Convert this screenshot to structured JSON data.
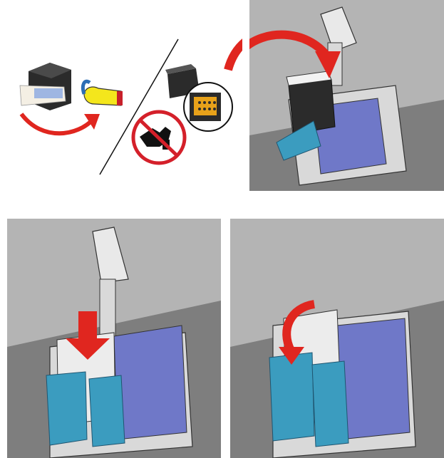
{
  "steps": [
    {
      "id": "remove-tape",
      "icons": [
        "cartridge-icon",
        "tape-strip-icon",
        "curved-arrow-icon"
      ]
    },
    {
      "id": "do-not-touch-contacts",
      "icons": [
        "cartridge-icon",
        "magnifier-icon",
        "no-touch-icon"
      ]
    },
    {
      "id": "insert-black-cartridge",
      "icons": [
        "cartridge-icon",
        "down-arrow-icon",
        "printer-carrier-icon"
      ]
    },
    {
      "id": "push-cartridge-in",
      "icons": [
        "down-arrow-icon",
        "printer-carrier-icon"
      ]
    },
    {
      "id": "close-cartridge-lid",
      "icons": [
        "curved-arrow-icon",
        "printer-carrier-icon"
      ]
    }
  ],
  "colors": {
    "arrow_red": "#e0261f",
    "panel_gray": "#b4b4b4",
    "panel_dark": "#7e7e7e",
    "contacts_gold": "#e8a21a",
    "tape_yellow": "#f4e61c",
    "cartridge_blue": "#6f78c8",
    "latch_teal": "#3b9cbf",
    "prohibit_red": "#d4202a"
  }
}
